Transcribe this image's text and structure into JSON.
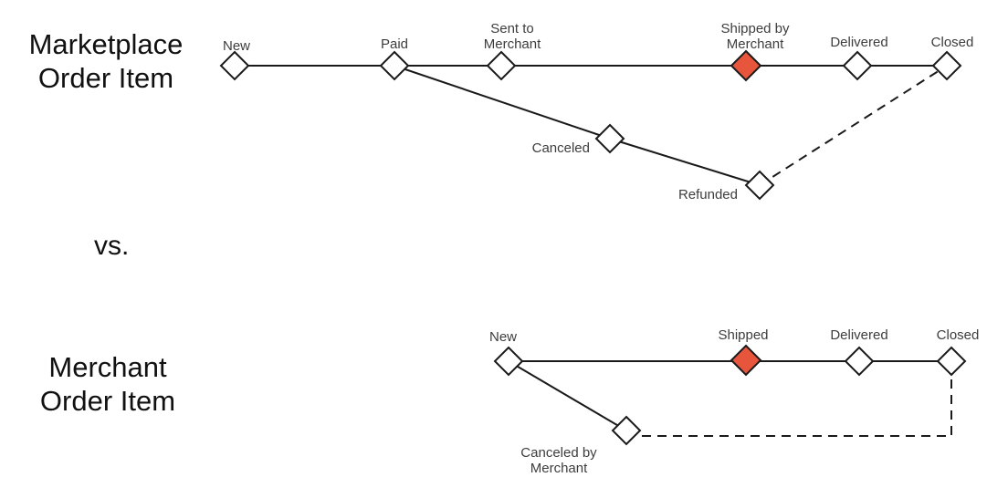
{
  "titles": {
    "marketplace": [
      "Marketplace",
      "Order Item"
    ],
    "separator": "vs.",
    "merchant": [
      "Merchant",
      "Order Item"
    ]
  },
  "colors": {
    "edge": "#1a1a1a",
    "node_fill": "#ffffff",
    "node_stroke": "#1a1a1a",
    "highlight_fill": "#e6553c",
    "label_text": "#3d3d3d",
    "title_text": "#111111"
  },
  "marketplace": {
    "nodes": [
      {
        "id": "new",
        "label": "New",
        "highlighted": false
      },
      {
        "id": "paid",
        "label": "Paid",
        "highlighted": false
      },
      {
        "id": "sent-to-merchant",
        "label": "Sent to Merchant",
        "highlighted": false
      },
      {
        "id": "shipped-by-merchant",
        "label": "Shipped by Merchant",
        "highlighted": true
      },
      {
        "id": "delivered",
        "label": "Delivered",
        "highlighted": false
      },
      {
        "id": "closed",
        "label": "Closed",
        "highlighted": false
      },
      {
        "id": "canceled",
        "label": "Canceled",
        "highlighted": false
      },
      {
        "id": "refunded",
        "label": "Refunded",
        "highlighted": false
      }
    ],
    "edges": [
      {
        "from": "new",
        "to": "closed",
        "via": [
          "paid",
          "sent-to-merchant",
          "shipped-by-merchant",
          "delivered"
        ],
        "style": "solid"
      },
      {
        "from": "paid",
        "to": "refunded",
        "via": [
          "canceled"
        ],
        "style": "solid"
      },
      {
        "from": "refunded",
        "to": "closed",
        "style": "dashed"
      }
    ]
  },
  "merchant": {
    "nodes": [
      {
        "id": "new",
        "label": "New",
        "highlighted": false
      },
      {
        "id": "shipped",
        "label": "Shipped",
        "highlighted": true
      },
      {
        "id": "delivered",
        "label": "Delivered",
        "highlighted": false
      },
      {
        "id": "closed",
        "label": "Closed",
        "highlighted": false
      },
      {
        "id": "canceled-by-merchant",
        "label": "Canceled by Merchant",
        "highlighted": false
      }
    ],
    "edges": [
      {
        "from": "new",
        "to": "closed",
        "via": [
          "shipped",
          "delivered"
        ],
        "style": "solid"
      },
      {
        "from": "new",
        "to": "canceled-by-merchant",
        "style": "solid"
      },
      {
        "from": "canceled-by-merchant",
        "to": "closed",
        "style": "dashed"
      }
    ]
  }
}
